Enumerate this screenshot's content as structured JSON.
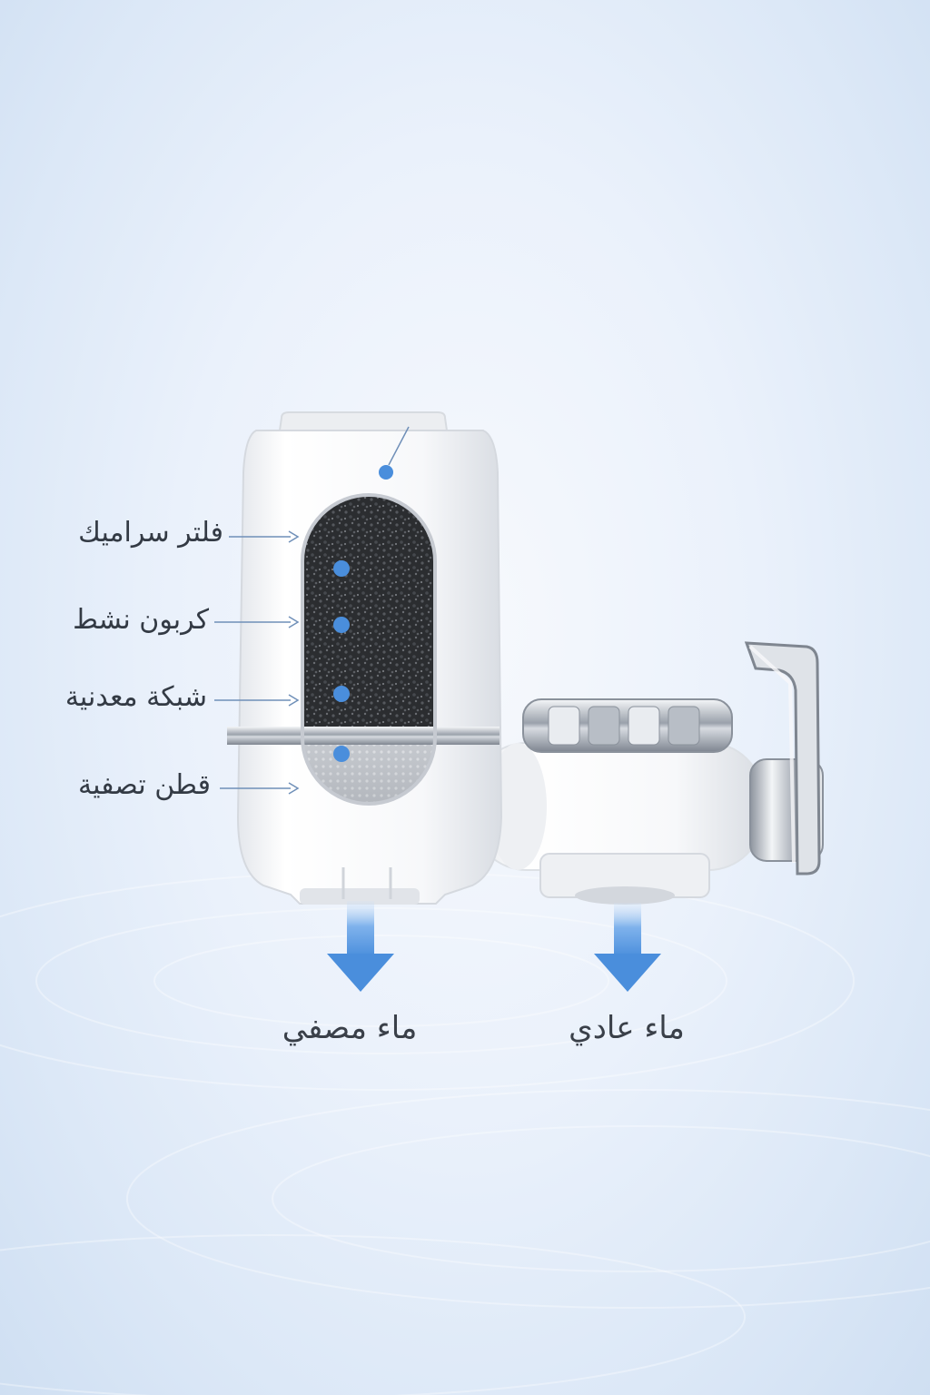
{
  "layers_labels": [
    "فلتر سراميك",
    "كربون نشط",
    "شبكة معدنية",
    "قطن تصفية"
  ],
  "output_labels": {
    "filtered": "ماء مصفي",
    "regular": "ماء عادي"
  },
  "colors": {
    "marker": "#4a8edc",
    "arrow": "#5b9ae3",
    "leader_line": "#6f8fb8",
    "body_white": "#f6f7f9",
    "carbon": "#2b2d30",
    "chrome": "#c9ced6"
  },
  "icons": [
    "down-arrow-icon",
    "marker-dot-icon"
  ]
}
